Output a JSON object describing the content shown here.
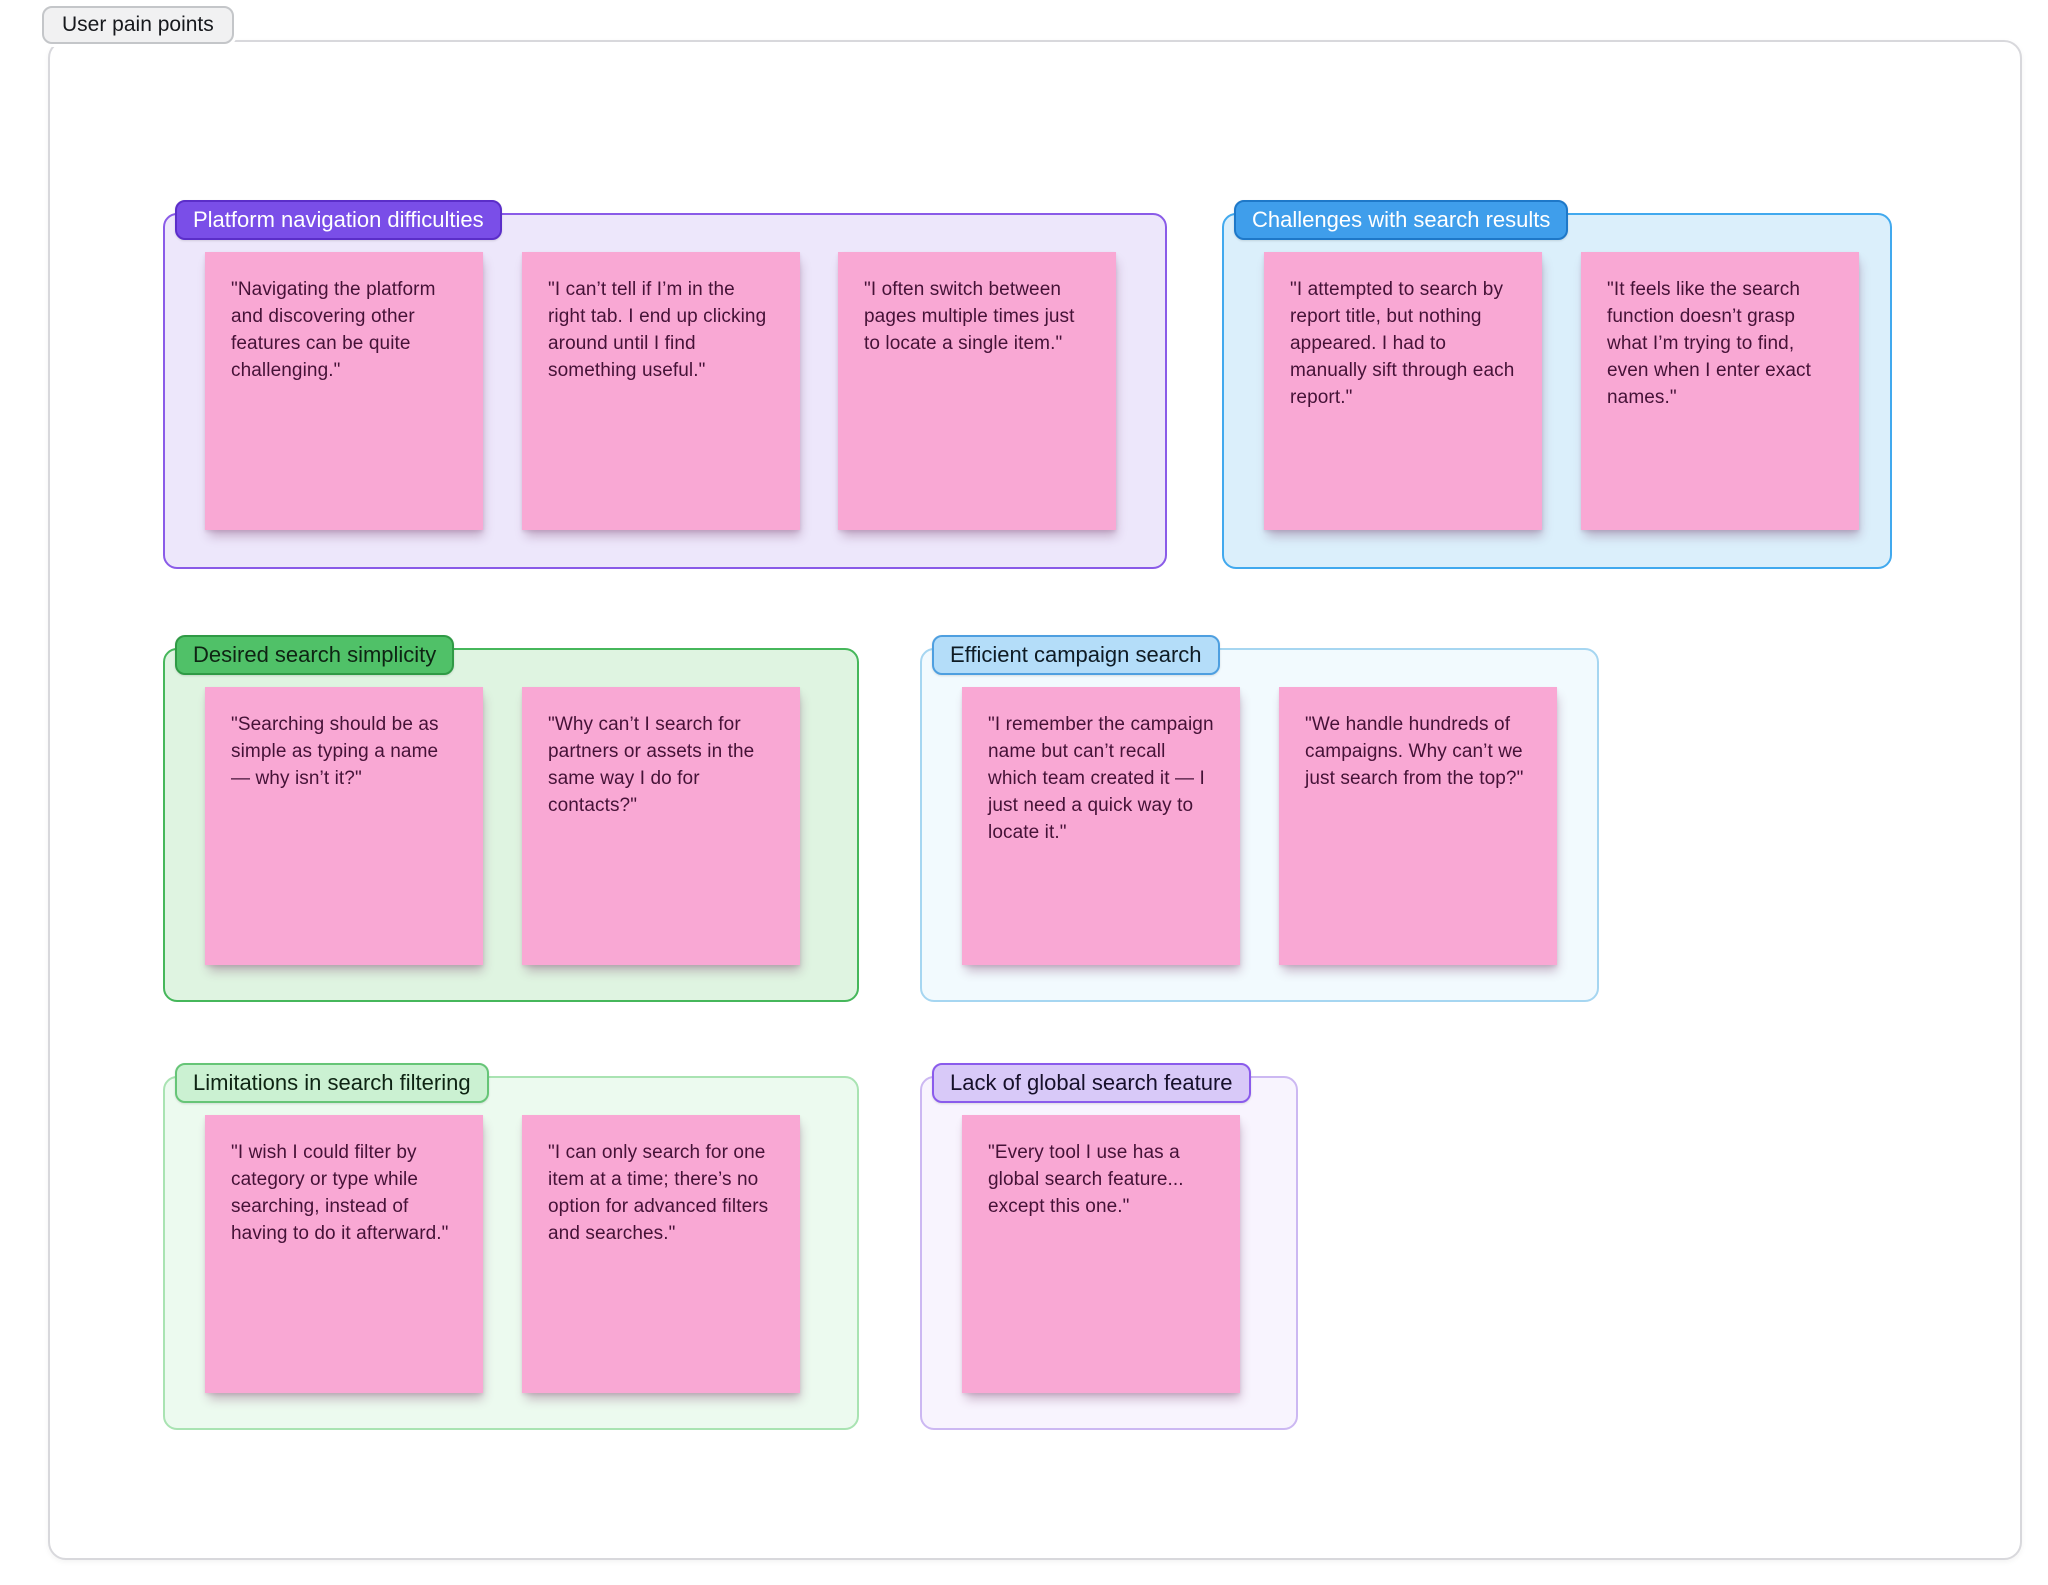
{
  "board": {
    "tab_label": "User pain points"
  },
  "note_style": {
    "bg": "#F9A8D4",
    "text": "#451237"
  },
  "groups": [
    {
      "label": "Platform navigation difficulties",
      "colors": {
        "fill": "#EDE7FB",
        "border": "#8A5BE8",
        "pill_bg": "#7A4EE8",
        "pill_border": "#5B2EC9",
        "pill_text": "#FFFFFF"
      },
      "notes": [
        "\"Navigating the platform and discovering other features can be quite challenging.\"",
        "\"I can’t tell if I’m in the right tab. I end up clicking around until I find something useful.\"",
        "\"I often switch between pages multiple times just to locate a single item.\""
      ]
    },
    {
      "label": "Challenges with search results",
      "colors": {
        "fill": "#DBEFFB",
        "border": "#41A9EE",
        "pill_bg": "#3F9EEB",
        "pill_border": "#1E78C8",
        "pill_text": "#FFFFFF"
      },
      "notes": [
        "\"I attempted to search by report title, but nothing appeared. I had to manually sift through each report.\"",
        "\"It feels like the search function doesn’t grasp what I’m trying to find, even when I enter exact names.\""
      ]
    },
    {
      "label": "Desired search simplicity",
      "colors": {
        "fill": "#DFF4E1",
        "border": "#46B75B",
        "pill_bg": "#50C168",
        "pill_border": "#2F9A45",
        "pill_text": "#0E2413"
      },
      "notes": [
        "\"Searching should be as simple as typing a name — why isn’t it?\"",
        "\"Why can’t I search for partners or assets in the same way I do for contacts?\""
      ]
    },
    {
      "label": "Efficient campaign search",
      "colors": {
        "fill": "#F2FAFE",
        "border": "#A6D6F1",
        "pill_bg": "#B4DDF9",
        "pill_border": "#4E9FE0",
        "pill_text": "#0E1B24"
      },
      "notes": [
        "\"I remember the campaign name but can’t recall which team created it — I just need a quick way to locate it.\"",
        "\"We handle hundreds of campaigns. Why can’t we just search from the top?\""
      ]
    },
    {
      "label": "Limitations in search filtering",
      "colors": {
        "fill": "#ECFAEF",
        "border": "#A9E3B2",
        "pill_bg": "#CBF1D2",
        "pill_border": "#66C577",
        "pill_text": "#0E2413"
      },
      "notes": [
        "\"I wish I could filter by category or type while searching, instead of having to do it afterward.\"",
        "\"I can only search for one item at a time; there’s no option for advanced filters and searches.\""
      ]
    },
    {
      "label": "Lack of global search feature",
      "colors": {
        "fill": "#F8F4FE",
        "border": "#CCB8F2",
        "pill_bg": "#D8C9F8",
        "pill_border": "#8A5BEC",
        "pill_text": "#16102A"
      },
      "notes": [
        "\"Every tool I use has a global search feature... except this one.\""
      ]
    }
  ]
}
